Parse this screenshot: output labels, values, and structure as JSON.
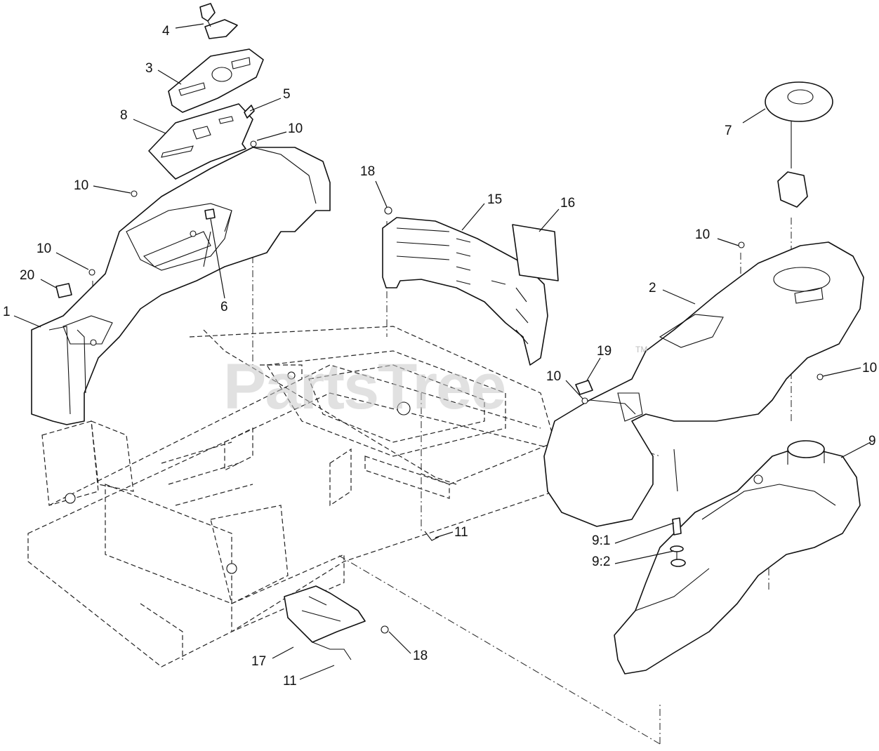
{
  "watermark": {
    "text": "PartsTree",
    "trademark": "TM"
  },
  "callouts": {
    "c1": "1",
    "c2": "2",
    "c3": "3",
    "c4": "4",
    "c5": "5",
    "c6": "6",
    "c7": "7",
    "c8": "8",
    "c9": "9",
    "c9_1": "9:1",
    "c9_2": "9:2",
    "c10_a": "10",
    "c10_b": "10",
    "c10_c": "10",
    "c10_d": "10",
    "c10_e": "10",
    "c10_f": "10",
    "c11_a": "11",
    "c11_b": "11",
    "c15": "15",
    "c16": "16",
    "c17": "17",
    "c18_a": "18",
    "c18_b": "18",
    "c19": "19",
    "c20": "20"
  }
}
